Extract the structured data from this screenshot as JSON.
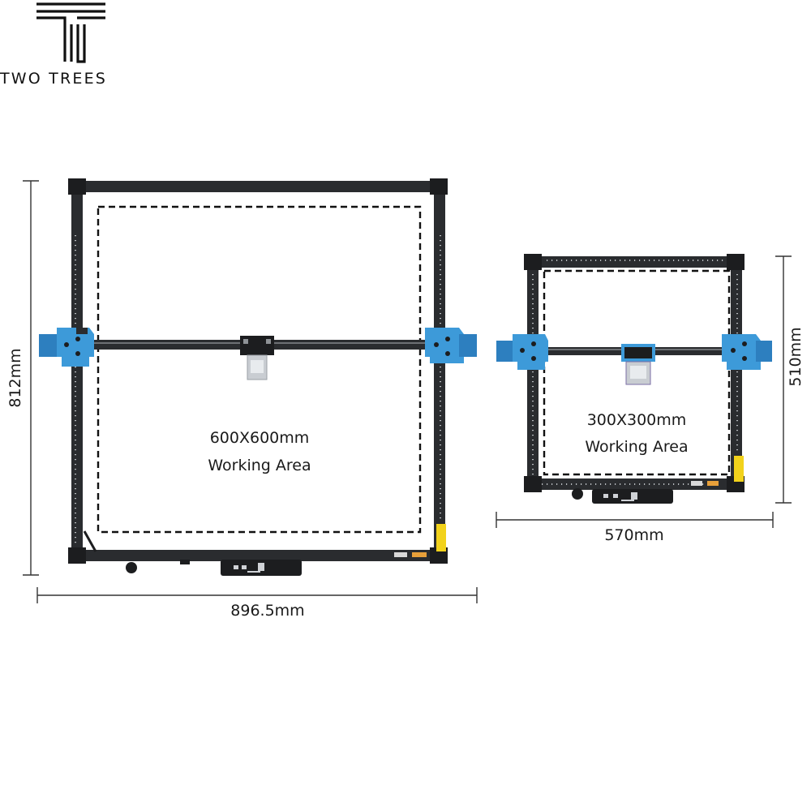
{
  "brand": {
    "name": "TWO TREES",
    "logo_icon": "tt-monogram-icon"
  },
  "large_machine": {
    "height_label": "812mm",
    "width_label": "896.5mm",
    "area_line1": "600X600mm",
    "area_line2": "Working Area"
  },
  "small_machine": {
    "height_label": "510mm",
    "width_label": "570mm",
    "area_line1": "300X300mm",
    "area_line2": "Working Area"
  },
  "colors": {
    "frame": "#2a2c2f",
    "accent_blue": "#3d9ad9",
    "warning_yellow": "#f2d21b",
    "dashed_line": "#111111",
    "dimension_line": "#333333"
  }
}
